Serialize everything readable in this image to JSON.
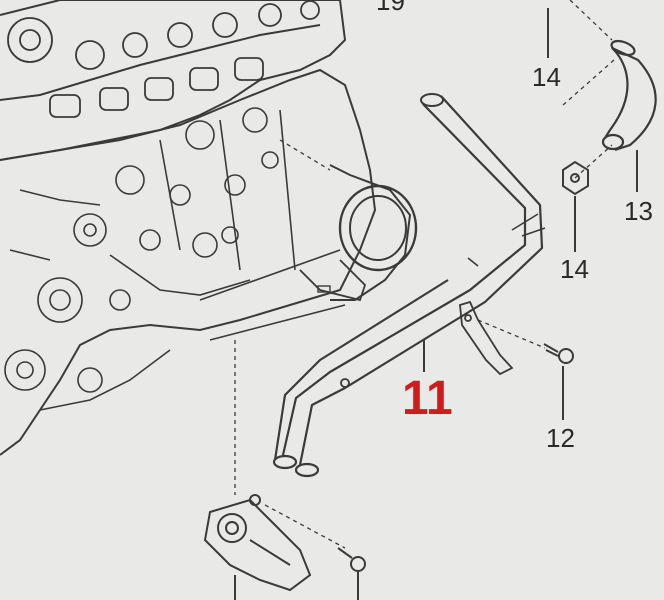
{
  "callouts": [
    {
      "id": "c19",
      "text": "19"
    },
    {
      "id": "c14a",
      "text": "14"
    },
    {
      "id": "c13",
      "text": "13"
    },
    {
      "id": "c14b",
      "text": "14"
    },
    {
      "id": "c11",
      "text": "11"
    },
    {
      "id": "c12",
      "text": "12"
    }
  ],
  "colors": {
    "line": "#3a3a3a",
    "background": "#e9e9e7",
    "highlight": "#c8201f"
  },
  "parts": [
    {
      "name": "engine-block"
    },
    {
      "name": "coolant-pipe"
    },
    {
      "name": "hose"
    },
    {
      "name": "nut"
    },
    {
      "name": "bolt"
    },
    {
      "name": "thermostat-housing"
    }
  ]
}
